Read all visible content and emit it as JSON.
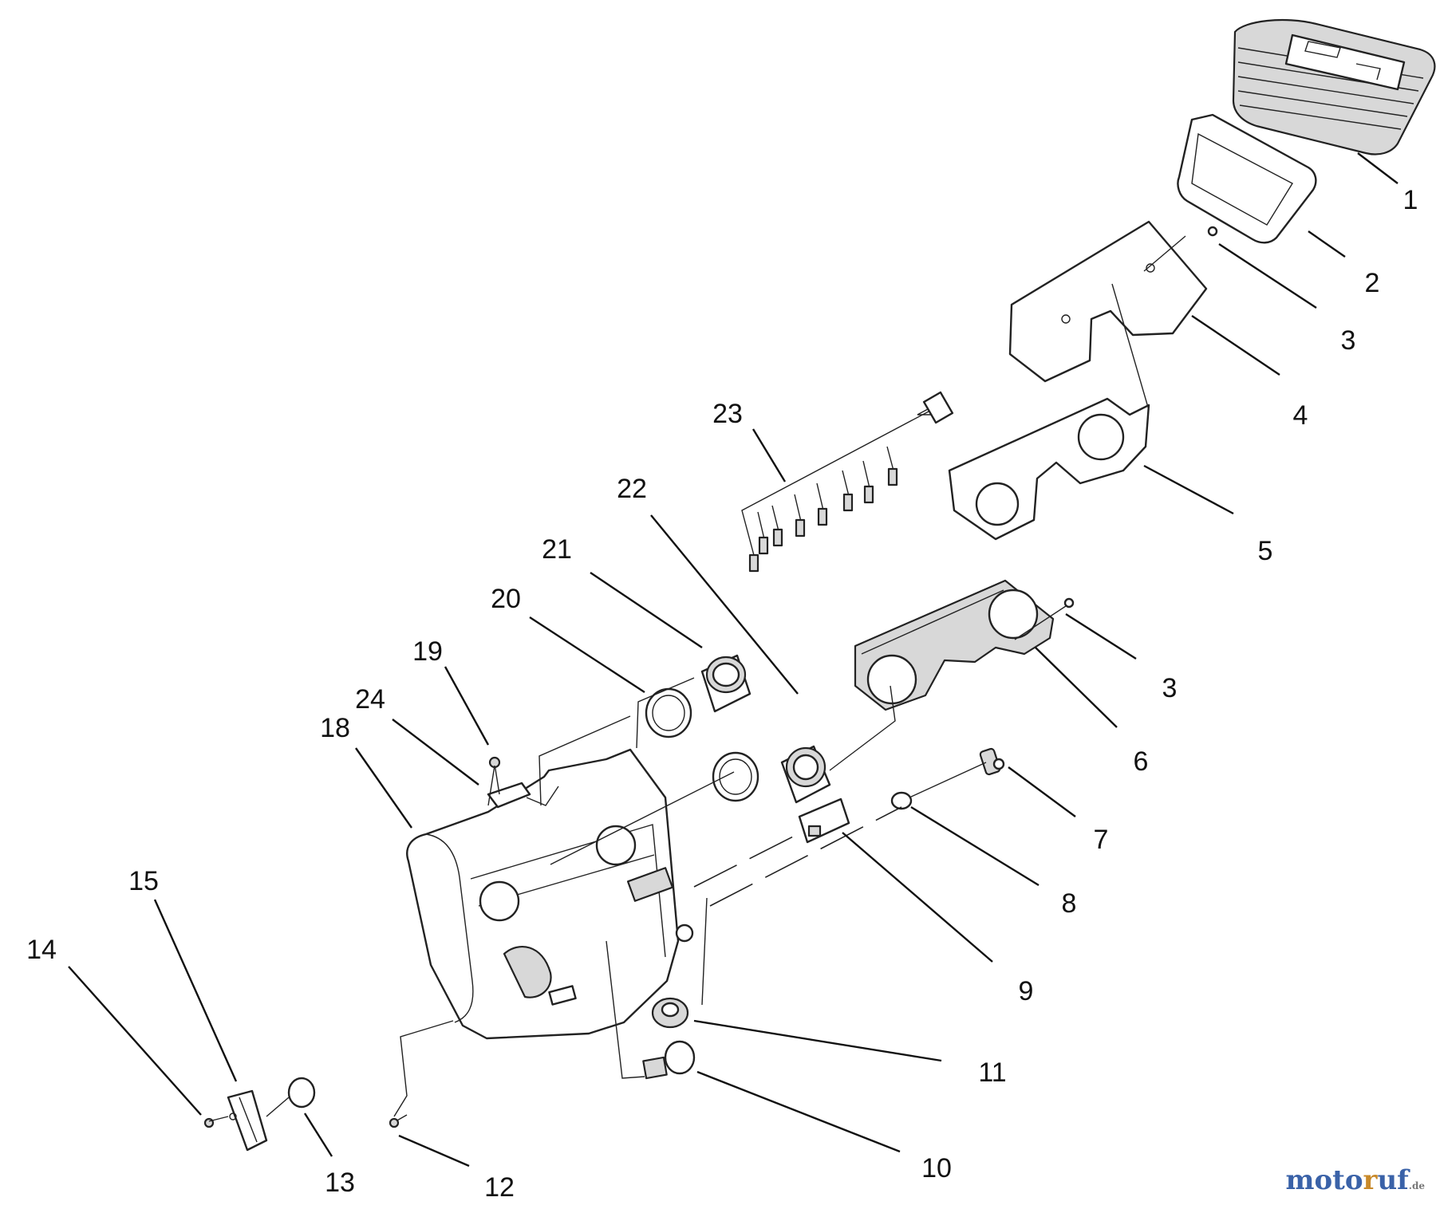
{
  "callouts": [
    "1",
    "2",
    "3",
    "3",
    "4",
    "5",
    "6",
    "7",
    "8",
    "9",
    "10",
    "11",
    "12",
    "13",
    "14",
    "15",
    "18",
    "19",
    "20",
    "21",
    "22",
    "23",
    "24"
  ],
  "watermark": {
    "part1": "moto",
    "part2": "r",
    "part3": "uf",
    "part4": ".de"
  }
}
